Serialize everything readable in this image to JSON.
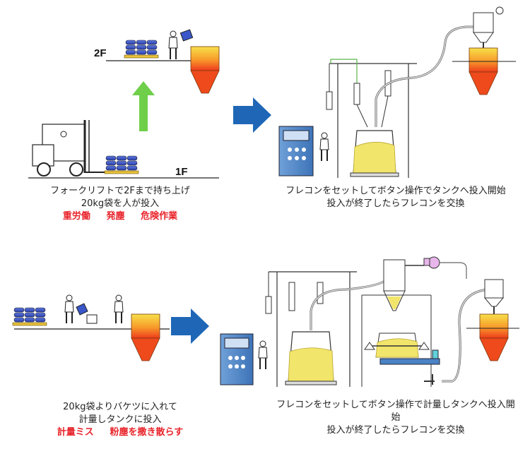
{
  "top": {
    "floor2": "2F",
    "floor1": "1F",
    "left_caption": [
      "フォークリフトで2Fまで持ち上げ",
      "20kg袋を人が投入"
    ],
    "left_issues": [
      "重労働",
      "発塵",
      "危険作業"
    ],
    "right_caption": [
      "フレコンをセットしてボタン操作でタンクへ投入開始",
      "投入が終了したらフレコンを交換"
    ]
  },
  "bottom": {
    "left_caption": [
      "20kg袋よりバケツに入れて",
      "計量しタンクに投入"
    ],
    "left_issues": [
      "計量ミス",
      "粉塵を撒き散らす"
    ],
    "right_caption": [
      "フレコンをセットしてボタン操作で計量しタンクへ投入開",
      "始",
      "投入が終了したらフレコンを交換"
    ]
  },
  "colors": {
    "arrow_blue": "#1f67b6",
    "arrow_green": "#6fcf4a",
    "issue_red": "#e8232a",
    "tank_top": "#f7e04a",
    "tank_bottom": "#ef3b1c",
    "bag_blue": "#3a56c8",
    "panel_blue": "#4a83c4",
    "powder_yellow": "#f2e56b"
  }
}
